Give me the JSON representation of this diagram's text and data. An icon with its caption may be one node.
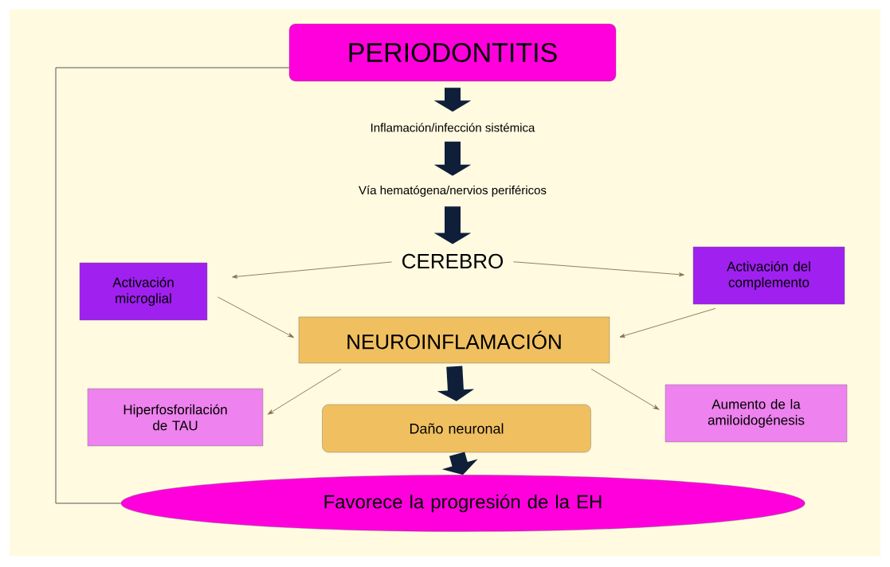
{
  "diagram": {
    "nodes": [
      {
        "text": [
          "PERIODONTITIS"
        ]
      },
      {
        "text": [
          "Inflamación/infección sistémica"
        ]
      },
      {
        "text": [
          "Vía hematógena/nervios periféricos"
        ]
      },
      {
        "text": [
          "CEREBRO"
        ]
      },
      {
        "text": [
          "Activación microglial"
        ]
      },
      {
        "text": [
          "Activación del complemento"
        ]
      },
      {
        "text": [
          "NEUROINFLAMACIÓN"
        ]
      },
      {
        "text": [
          "Hiperfosforilación de TAU"
        ]
      },
      {
        "text": [
          "Aumento de la amiloidogénesis"
        ]
      },
      {
        "text": [
          "Daño neuronal"
        ]
      },
      {
        "text": [
          "Favorece la progresión de la EH"
        ]
      }
    ],
    "edges": [
      {
        "from": 0,
        "to": 1,
        "arrow": "to",
        "style": "thick",
        "color": "#0f1f3a"
      },
      {
        "from": 1,
        "to": 2,
        "arrow": "to",
        "style": "thick",
        "color": "#0f1f3a"
      },
      {
        "from": 2,
        "to": 3,
        "arrow": "to",
        "style": "thick",
        "color": "#0f1f3a"
      },
      {
        "from": 3,
        "to": 4,
        "arrow": "to"
      },
      {
        "from": 3,
        "to": 5,
        "arrow": "to"
      },
      {
        "from": 4,
        "to": 6,
        "arrow": "to"
      },
      {
        "from": 5,
        "to": 6,
        "arrow": "to"
      },
      {
        "from": 6,
        "to": 7,
        "arrow": "to"
      },
      {
        "from": 6,
        "to": 8,
        "arrow": "to"
      },
      {
        "from": 6,
        "to": 9,
        "arrow": "to",
        "style": "thick",
        "color": "#0f1f3a"
      },
      {
        "from": 9,
        "to": 10,
        "arrow": "to",
        "style": "thick",
        "color": "#0f1f3a"
      },
      {
        "from": 10,
        "to": 0,
        "arrow": "none",
        "color": "#555555"
      }
    ]
  }
}
